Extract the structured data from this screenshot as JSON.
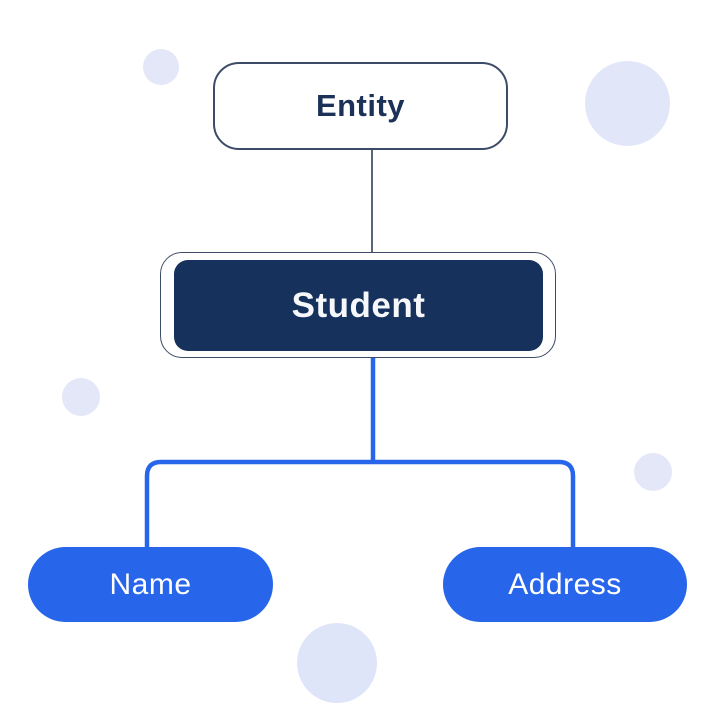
{
  "diagram": {
    "title_hint": "entity-attribute diagram",
    "root": {
      "label": "Entity"
    },
    "entity": {
      "label": "Student"
    },
    "attributes": [
      {
        "label": "Name"
      },
      {
        "label": "Address"
      }
    ]
  },
  "colors": {
    "background": "#FFFFFF",
    "node_border_dark": "#3D4C66",
    "root_text": "#1B3158",
    "entity_fill": "#16325C",
    "entity_text": "#F5F7FA",
    "attribute_fill": "#2765EA",
    "attribute_text": "#FFFFFF",
    "connector_dark": "#47556C",
    "connector_blue": "#2765EA",
    "decor_circle": "#E3E7F8"
  }
}
